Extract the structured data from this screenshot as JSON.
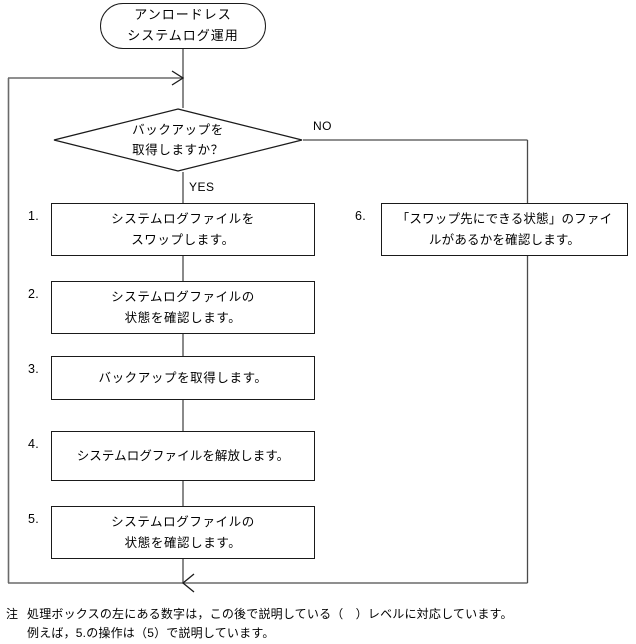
{
  "diagram": {
    "type": "flowchart",
    "title_node": {
      "shape": "terminal",
      "line1": "アンロードレス",
      "line2": "システムログ運用"
    },
    "decision": {
      "shape": "diamond",
      "line1": "バックアップを",
      "line2": "取得しますか？",
      "yes_label": "YES",
      "no_label": "NO"
    },
    "steps": [
      {
        "number": "1.",
        "line1": "システムログファイルを",
        "line2": "スワップします。"
      },
      {
        "number": "2.",
        "line1": "システムログファイルの",
        "line2": "状態を確認します。"
      },
      {
        "number": "3.",
        "line1": "バックアップを取得します。",
        "line2": ""
      },
      {
        "number": "4.",
        "line1": "システムログファイルを解放します。",
        "line2": ""
      },
      {
        "number": "5.",
        "line1": "システムログファイルの",
        "line2": "状態を確認します。"
      }
    ],
    "no_branch_step": {
      "number": "6.",
      "line1": "「スワップ先にできる状態」のファイ",
      "line2": "ルがあるかを確認します。"
    },
    "footnote": {
      "marker": "注",
      "line1": "処理ボックスの左にある数字は，この後で説明している（　）レベルに対応しています。",
      "line2": "例えば，5.の操作は（5）で説明しています。"
    },
    "colors": {
      "stroke": "#1a1a1a",
      "line": "#555555",
      "text": "#000000",
      "background": "#ffffff"
    }
  }
}
